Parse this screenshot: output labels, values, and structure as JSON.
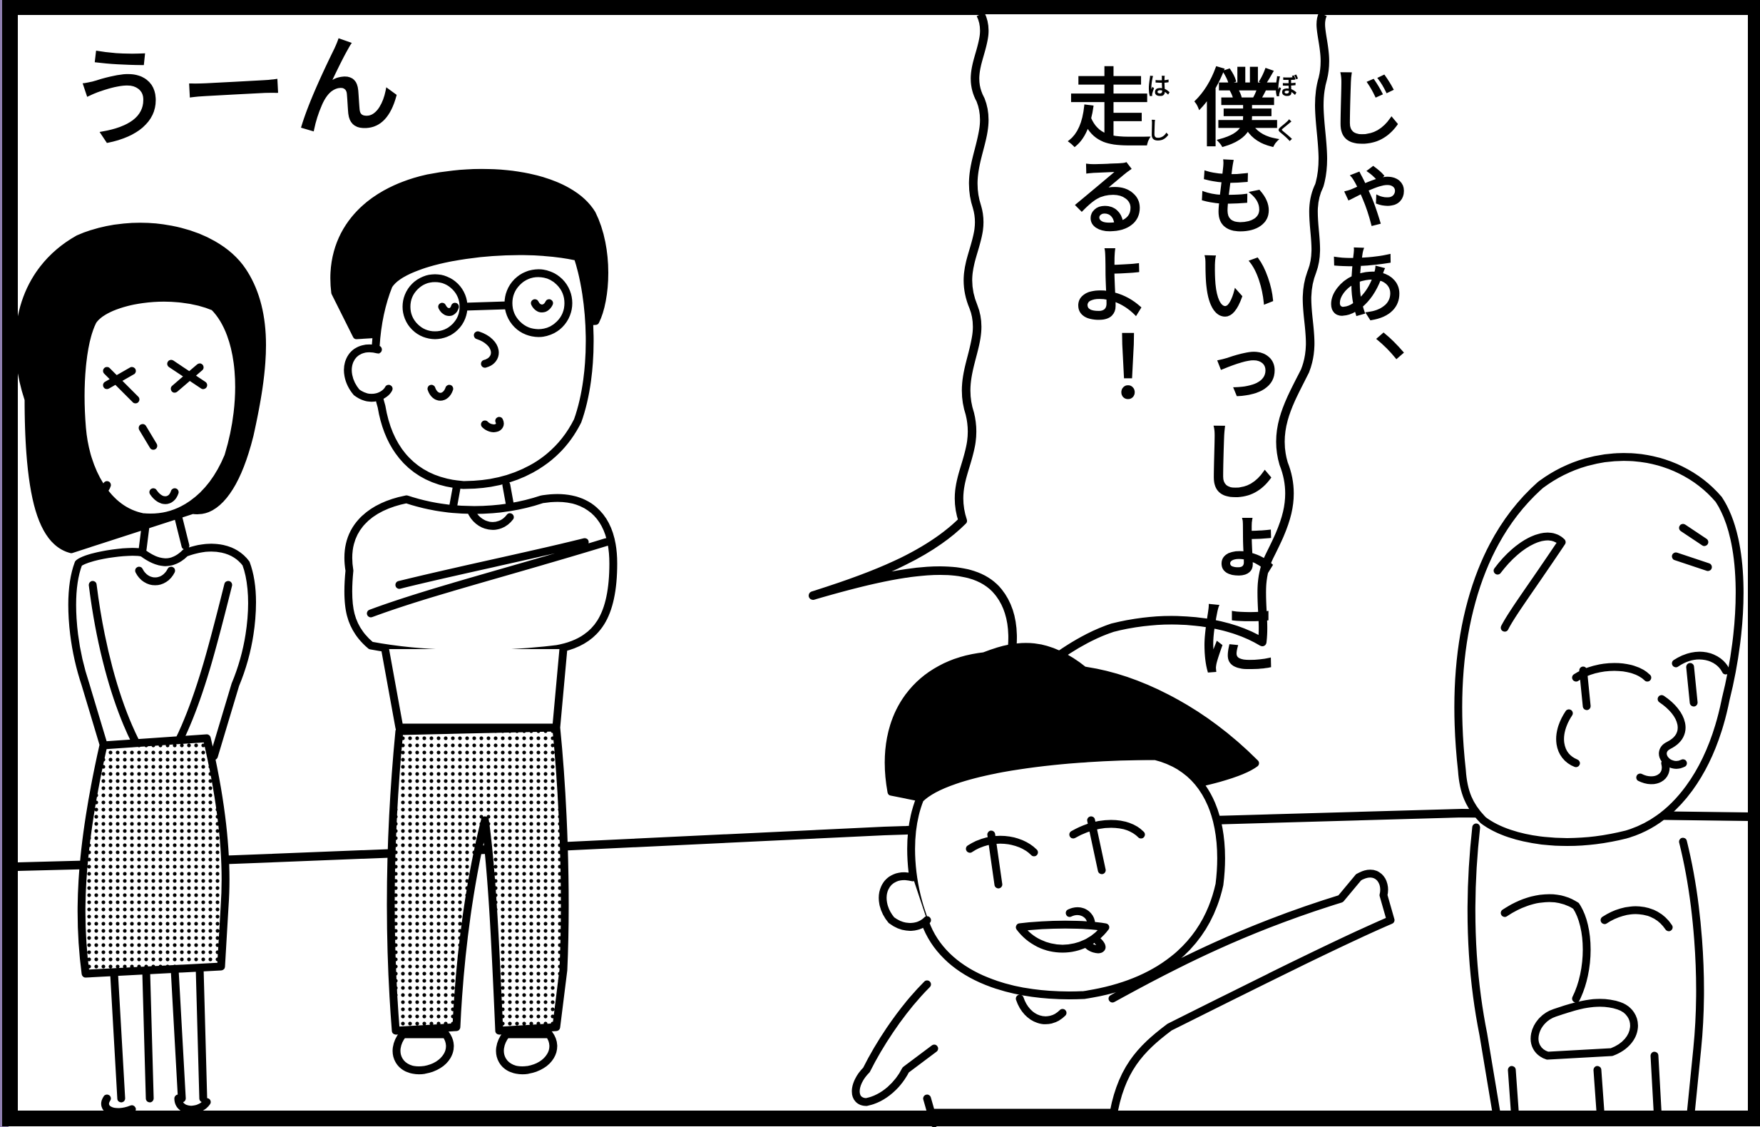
{
  "panel": {
    "sfx_text": "うーん",
    "speech": {
      "line1": "じゃあ、",
      "line2_kanji": "僕",
      "line2_ruby": "ぼく",
      "line2_rest": "もいっしょに",
      "line3_kanji": "走",
      "line3_ruby": "はし",
      "line3_rest": "るよ！"
    }
  }
}
